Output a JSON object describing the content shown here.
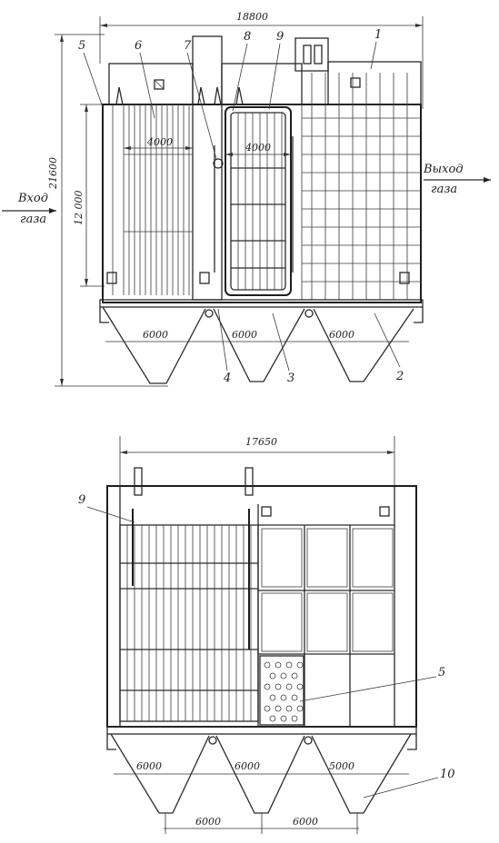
{
  "colors": {
    "ink": "#1e1e1e",
    "paper": "#ffffff"
  },
  "top_view": {
    "overall_width": "18800",
    "overall_height": "21600",
    "field_height": "12 000",
    "electrode_width_left": "4000",
    "electrode_width_mid": "4000",
    "hopper_spacing": [
      "6000",
      "6000",
      "6000"
    ],
    "inlet": [
      "Вход",
      "газа"
    ],
    "outlet": [
      "Выход",
      "газа"
    ],
    "callouts": [
      "5",
      "6",
      "7",
      "8",
      "9",
      "1",
      "4",
      "3",
      "2"
    ]
  },
  "bottom_view": {
    "overall_width": "17650",
    "hopper_spacing_upper": [
      "6000",
      "6000",
      "5000"
    ],
    "hopper_spacing_lower": [
      "6000",
      "6000"
    ],
    "callouts": [
      "9",
      "5",
      "10"
    ]
  }
}
